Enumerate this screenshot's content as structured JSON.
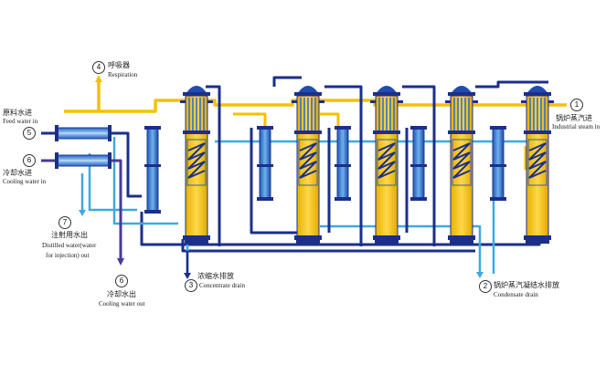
{
  "labels": {
    "feed_in": {
      "num": "5",
      "zh": "原料水进",
      "en": "Feed water in"
    },
    "cool_in": {
      "num": "6",
      "zh": "冷却水进",
      "en": "Cooling water in"
    },
    "respiration": {
      "num": "4",
      "zh": "呼吸器",
      "en": "Respiration"
    },
    "steam_in": {
      "num": "1",
      "zh": "锅炉蒸汽进",
      "en": "Industrial steam in"
    },
    "distilled_out": {
      "num": "7",
      "zh": "注射用水出",
      "en": "Distilled water(water",
      "en2": "for injection) out"
    },
    "cool_out": {
      "num": "6",
      "zh": "冷却水出",
      "en": "Cooling water out"
    },
    "concentrate": {
      "num": "3",
      "zh": "浓缩水排放",
      "en": "Concentrate drain"
    },
    "condensate": {
      "num": "2",
      "zh": "锅炉蒸汽凝结水排放",
      "en": "Condensate drain"
    }
  },
  "colors": {
    "yellow_line": "#f2c200",
    "blue_dark": "#1b2f8a",
    "blue_light": "#3fa9de",
    "column_body": "#f6c400",
    "column_blue": "#2f5fb8",
    "purple": "#4a3a96"
  }
}
